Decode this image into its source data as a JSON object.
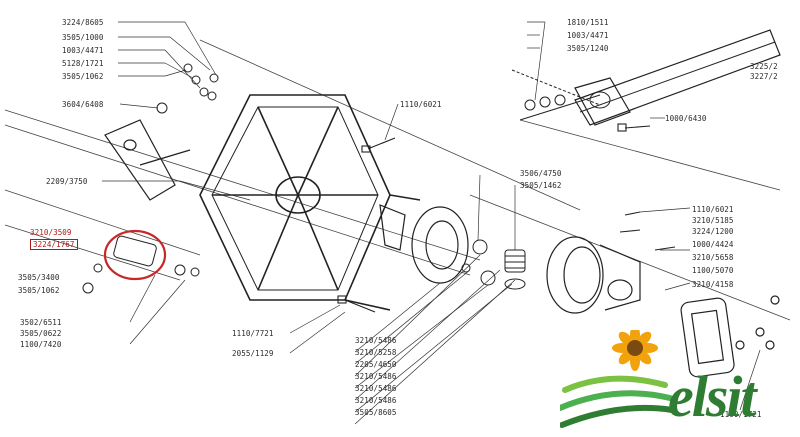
{
  "labels": {
    "l01": "3224/8605",
    "l02": "3505/1000",
    "l03": "1003/4471",
    "l04": "5128/1721",
    "l05": "3505/1062",
    "l06": "3604/6408",
    "l07": "2209/3750",
    "l08": "3210/3509",
    "l09": "3224/1767",
    "l10": "3505/3400",
    "l11": "3505/1062",
    "l12": "3502/6511",
    "l13": "3505/0622",
    "l14": "1100/7420",
    "l15": "1110/6021",
    "l16": "1110/7721",
    "l17": "2055/1129",
    "l18": "3210/5486",
    "l19": "3210/5258",
    "l20": "2205/4650",
    "l21": "3210/5486",
    "l22": "3210/5486",
    "l23": "3210/5486",
    "l24": "3505/8605",
    "l25": "3506/4750",
    "l26": "3505/1462",
    "l27": "1810/1511",
    "l28": "1003/4471",
    "l29": "3505/1240",
    "l30": "3225/2",
    "l31": "3227/2",
    "l32": "1000/6430",
    "l33": "1110/6021",
    "l34": "3210/5185",
    "l35": "3224/1200",
    "l36": "1000/4424",
    "l37": "3210/5658",
    "l38": "1100/5070",
    "l39": "3210/4158",
    "l40": "1100/1721"
  },
  "logo": {
    "text": "elsit"
  }
}
